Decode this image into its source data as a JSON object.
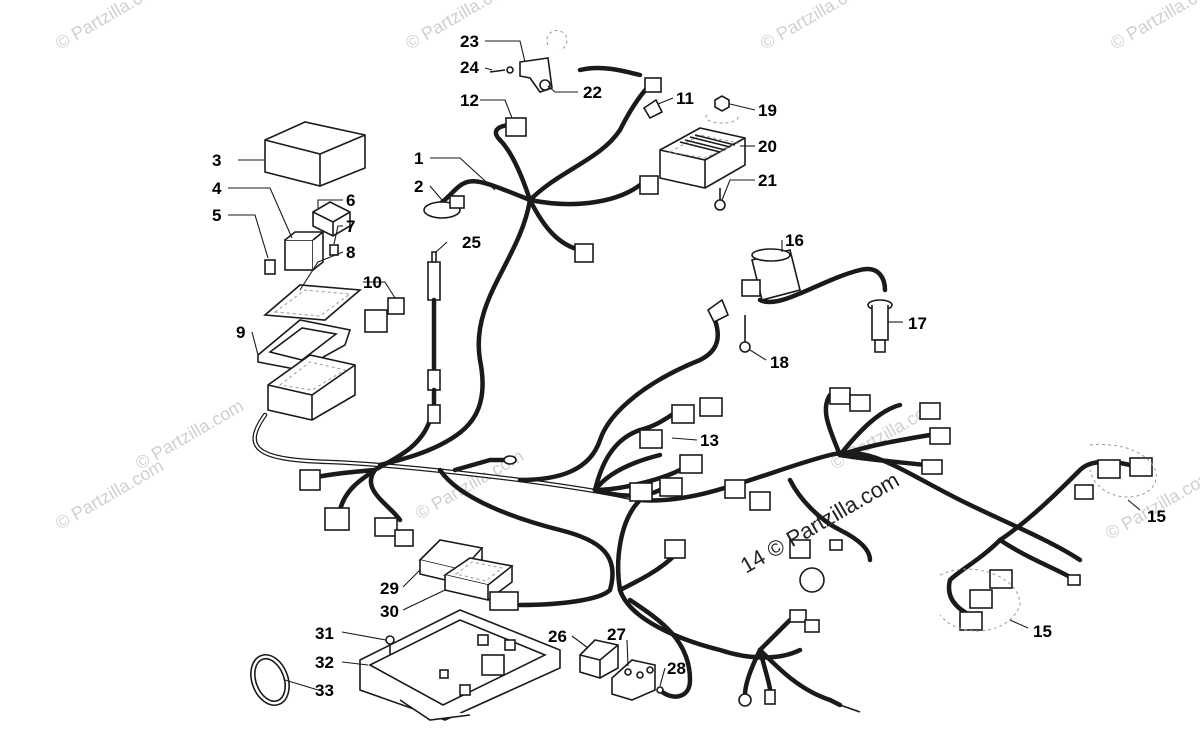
{
  "watermark": {
    "text": "© Partzilla.com",
    "tiles": [
      "© Partzilla.com",
      "© Partzilla.com",
      "© Partzilla.com",
      "© Partzilla.com",
      "© Partzilla.com",
      "© Partzilla.com",
      "© Partzilla.com",
      "© Partzilla.com",
      "© Partzilla.com"
    ]
  },
  "center_stamp": "14 © Partzilla.com",
  "callouts": [
    "1",
    "2",
    "3",
    "4",
    "5",
    "6",
    "7",
    "8",
    "9",
    "10",
    "11",
    "12",
    "13",
    "15",
    "15",
    "16",
    "17",
    "18",
    "19",
    "20",
    "21",
    "22",
    "23",
    "24",
    "25",
    "26",
    "27",
    "28",
    "29",
    "30",
    "31",
    "32",
    "33"
  ],
  "colors": {
    "line": "#1a1a1a",
    "watermark": "#d0d0d0",
    "background": "#ffffff"
  }
}
